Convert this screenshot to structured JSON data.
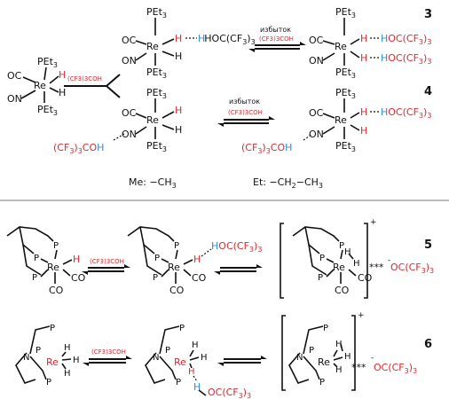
{
  "labels": {
    "PEt3": "PEt",
    "sub3": "3",
    "Re": "Re",
    "OC": "OC",
    "ON": "ON",
    "CO": "CO",
    "H": "H",
    "P": "P",
    "N": "N",
    "HOC": "HOC(CF",
    "close3": ")",
    "CF3_3COH_small": "(CF3)3COH",
    "CF3_3COH": "(CF",
    "COH": "COH",
    "OC_anion": "OC(CF",
    "minus": "-",
    "plus": "+",
    "dots": "***"
  },
  "arrow_labels": {
    "excess": "избыток",
    "reagent": "(CF3)3COH"
  },
  "compound_numbers": [
    "3",
    "4",
    "5",
    "6"
  ],
  "legend": {
    "me": "Me: −CH",
    "me_sub": "3",
    "et": "Et: −CH",
    "et_mid": "2",
    "et_dash": "−CH",
    "et_sub": "3"
  },
  "colors": {
    "accent_red": "#e3262b",
    "accent_blue": "#2b8fd6"
  }
}
